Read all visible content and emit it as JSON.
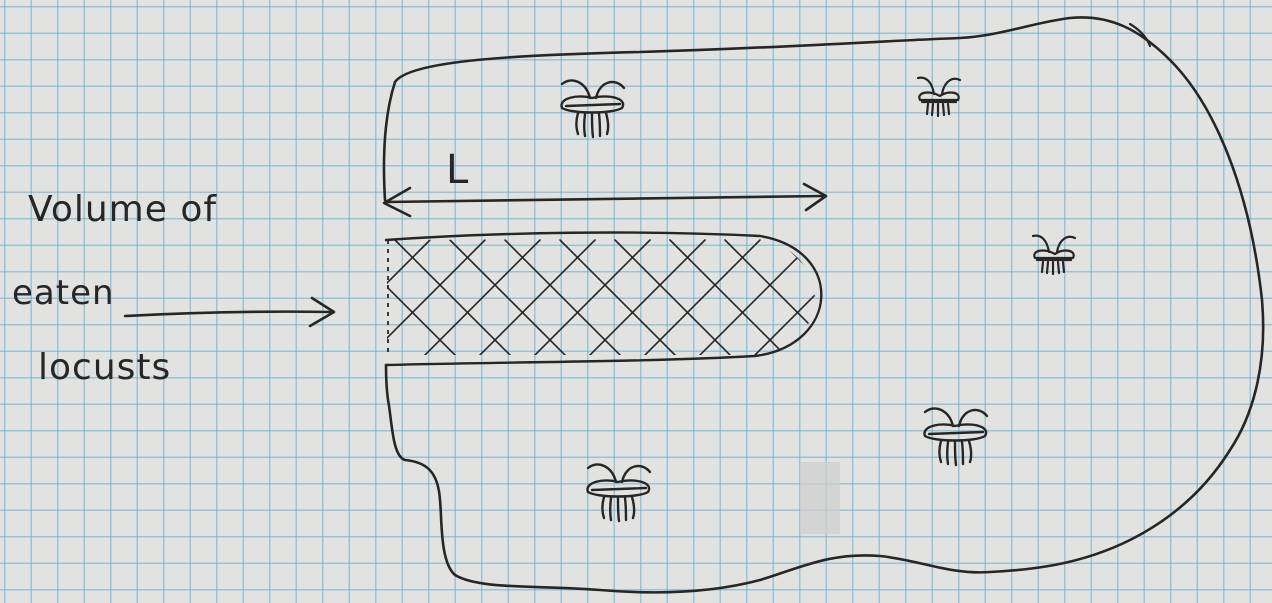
{
  "diagram": {
    "label_lines": [
      "Volume of",
      "eaten",
      "locusts"
    ],
    "length_label": "L",
    "locust_icon": "locust-icon",
    "ink_color": "#262626",
    "grid_color": "#5faacd",
    "paper_color": "#e2e3e1"
  }
}
